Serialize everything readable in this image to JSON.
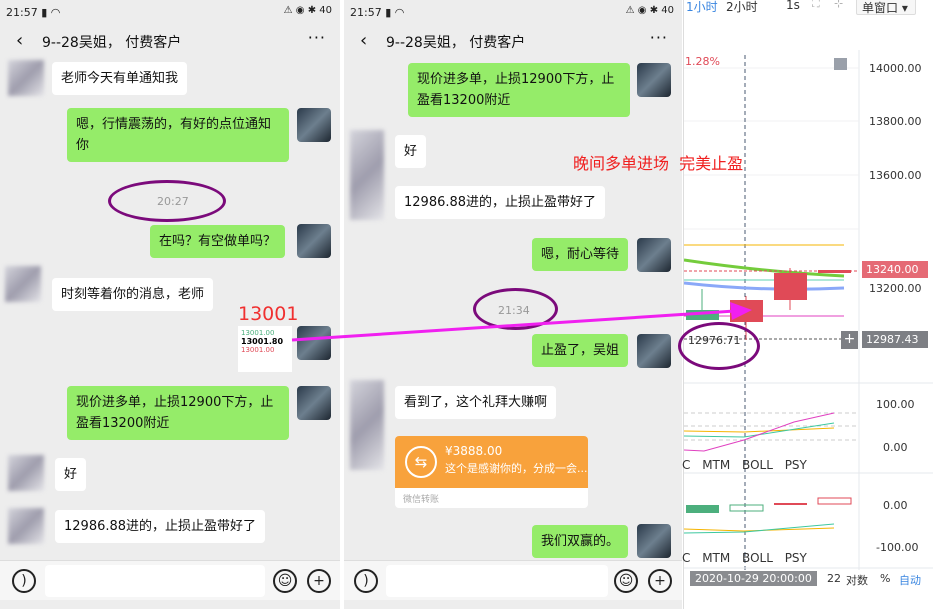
{
  "left_phone": {
    "time": "21:57",
    "status_icons": "⚠ ◉ ✱ 40",
    "title": "9--28吴姐，   付费客户",
    "messages": [
      "老师今天有单通知我",
      "嗯，行情震荡的，有好的点位通知你",
      "20:27",
      "在吗？有空做单吗？",
      "时刻等着你的消息，老师",
      "13001",
      "现价进多单，止损12900下方，止盈看13200附近",
      "好",
      "12986.88进的，止损止盈带好了"
    ],
    "image_price": "13001.80"
  },
  "right_phone": {
    "time": "21:57",
    "status_icons": "⚠ ◉ ✱ 40",
    "title": "9--28吴姐，   付费客户",
    "messages": [
      "现价进多单，止损12900下方，止盈看13200附近",
      "好",
      "12986.88进的，止损止盈带好了",
      "嗯，耐心等待",
      "21:34",
      "止盈了，吴姐",
      "看到了，这个礼拜大赚啊",
      "我们双赢的。"
    ],
    "transfer": {
      "amount": "¥3888.00",
      "note": "这个是感谢你的，分成一会...",
      "label": "微信转账"
    }
  },
  "annotation": "晚间多单进场  完美止盈",
  "chart": {
    "toolbar": [
      "1小时",
      "2小时",
      "1s"
    ],
    "window_select": "单窗口",
    "change": "1.28%",
    "price_axis": [
      "14000.00",
      "13800.00",
      "13600.00",
      "13200.00"
    ],
    "current_price": "13240.00",
    "cursor_price": "12987.43",
    "entry_label": "12976.71",
    "ind1_axis": [
      "100.00",
      "0.00"
    ],
    "ind2_axis": [
      "0.00",
      "-100.00"
    ],
    "indicator_tabs": "C MTM BOLL PSY",
    "date": "2020-10-29 20:00:00",
    "footer": [
      "22",
      "对数",
      "%",
      "自动"
    ],
    "colors": {
      "up": "#e04a57",
      "down": "#4caf7d",
      "accent": "#3a86e0"
    }
  }
}
